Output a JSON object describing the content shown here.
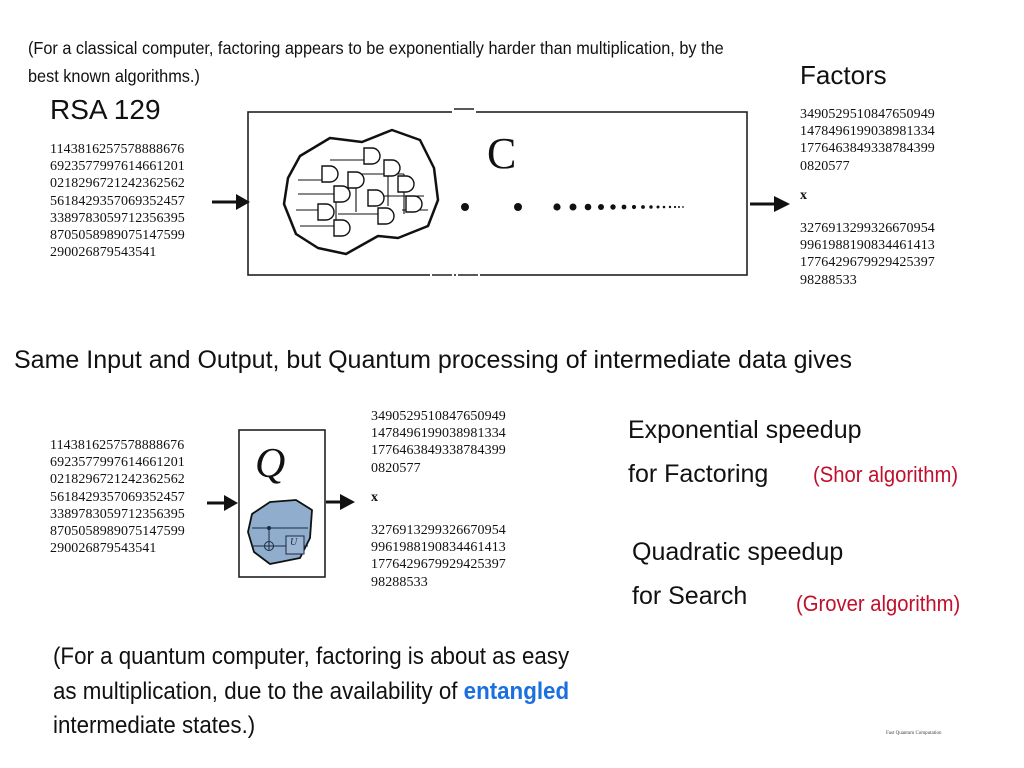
{
  "top_note": "(For a classical computer, factoring appears to be exponentially harder than multiplication, by the best known algorithms.)",
  "rsa": {
    "title": "RSA 129",
    "number_lines": [
      "1143816257578888676",
      "6923577997614661201",
      "0218296721242362562",
      "5618429357069352457",
      "3389783059712356395",
      "8705058989075147599",
      "290026879543541"
    ]
  },
  "factors": {
    "title": "Factors",
    "factor1_lines": [
      "3490529510847650949",
      "1478496199038981334",
      "1776463849338784399",
      "0820577"
    ],
    "times": "x",
    "factor2_lines": [
      "3276913299326670954",
      "9961988190834461413",
      "1776429679929425397",
      "98288533"
    ]
  },
  "classical_box_label": "C",
  "headline": "Same Input and Output, but Quantum processing of intermediate data gives",
  "quantum_box_label": "Q",
  "gate_label": "U",
  "exponential": {
    "line1": "Exponential speedup",
    "line2": "for Factoring",
    "algorithm": "(Shor algorithm)"
  },
  "quadratic": {
    "line1": "Quadratic speedup",
    "line2": "for Search",
    "algorithm": "(Grover algorithm)"
  },
  "bottom_note": {
    "before": "(For a quantum computer, factoring is about as easy as multiplication, due to the availability of ",
    "highlight": "entangled",
    "after": " intermediate states.)"
  },
  "footer": "Fast Quantum Computation",
  "colors": {
    "accent_red": "#c0102c",
    "accent_blue": "#1b6fe0",
    "blob_fill": "#7d9fc4"
  }
}
